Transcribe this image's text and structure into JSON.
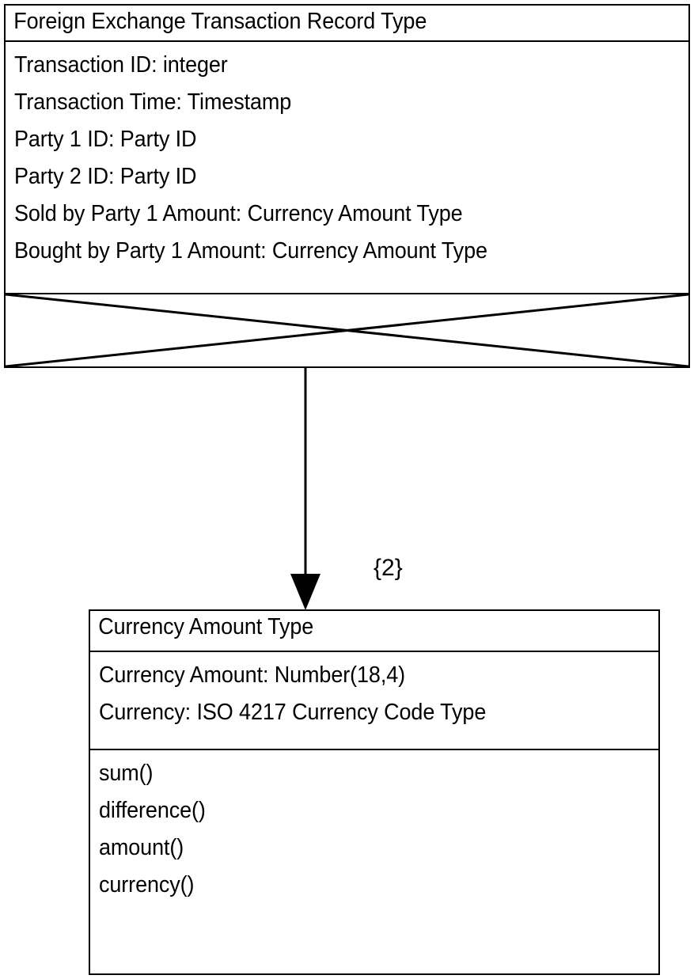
{
  "diagram": {
    "type": "uml-class-diagram",
    "background_color": "#ffffff",
    "line_color": "#000000"
  },
  "classes": [
    {
      "id": "fx-transaction-record-type",
      "name": "Foreign Exchange Transaction Record Type",
      "attributes": [
        "Transaction ID: integer",
        "Transaction Time: Timestamp",
        "Party 1 ID: Party ID",
        "Party 2 ID: Party ID",
        "Sold by Party 1 Amount: Currency Amount Type",
        "Bought by Party 1 Amount: Currency Amount Type"
      ],
      "operations": [],
      "operations_compartment_empty": true
    },
    {
      "id": "currency-amount-type",
      "name": "Currency Amount Type",
      "attributes": [
        "Currency Amount: Number(18,4)",
        "Currency: ISO 4217 Currency Code Type"
      ],
      "operations": [
        "sum()",
        "difference()",
        "amount()",
        "currency()"
      ],
      "operations_compartment_empty": false
    }
  ],
  "relationships": [
    {
      "id": "fx-to-currency-amount",
      "kind": "association",
      "arrowhead": "filled-triangle",
      "from": "fx-transaction-record-type",
      "to": "currency-amount-type",
      "multiplicity_label": "{2}"
    }
  ]
}
